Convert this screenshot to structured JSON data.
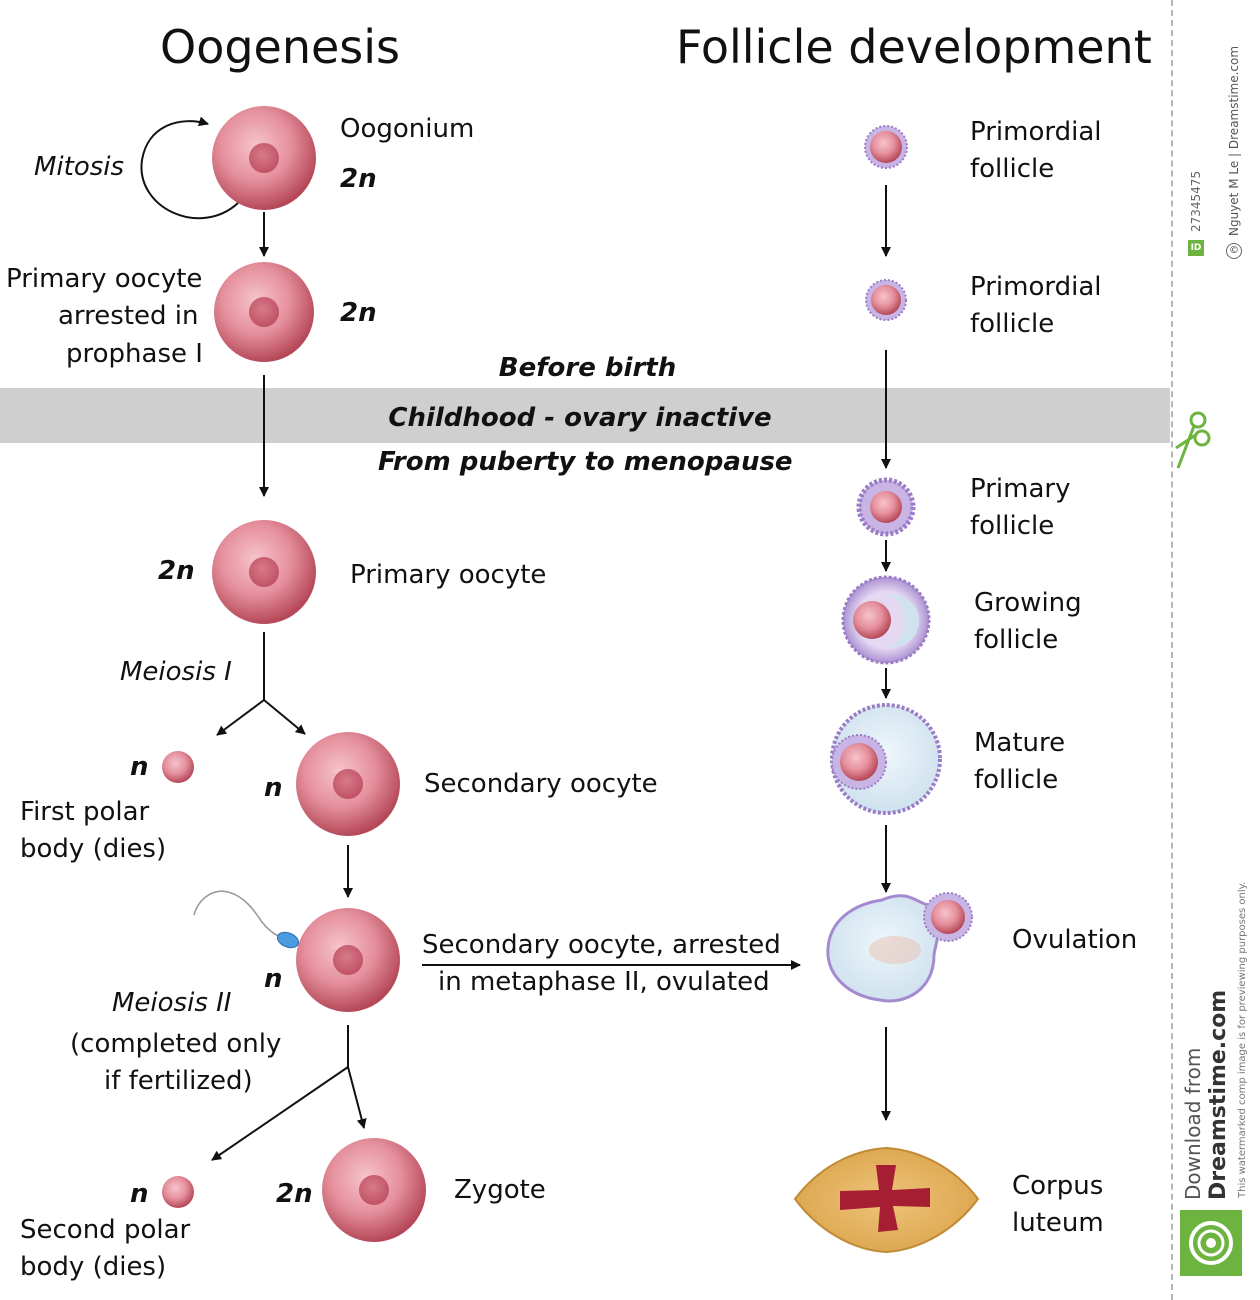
{
  "headings": {
    "left": "Oogenesis",
    "right": "Follicle development"
  },
  "oogenesis": {
    "mitosis": "Mitosis",
    "oogonium": "Oogonium",
    "oogonium_ploidy": "2n",
    "primary_arrested_line1": "Primary oocyte",
    "primary_arrested_line2": "arrested in",
    "primary_arrested_line3": "prophase I",
    "primary_arrested_ploidy": "2n",
    "primary_oocyte": "Primary oocyte",
    "primary_oocyte_ploidy": "2n",
    "meiosis_1": "Meiosis I",
    "first_polar_ploidy": "n",
    "first_polar_line1": "First polar",
    "first_polar_line2": "body (dies)",
    "secondary_ploidy": "n",
    "secondary_oocyte": "Secondary oocyte",
    "fertilization_ploidy": "n",
    "ovulated_line1": "Secondary oocyte, arrested",
    "ovulated_line2": "in metaphase II, ovulated",
    "meiosis_2": "Meiosis II",
    "meiosis_2_note_line1": "(completed only",
    "meiosis_2_note_line2": "if fertilized)",
    "second_polar_ploidy": "n",
    "second_polar_line1": "Second polar",
    "second_polar_line2": "body (dies)",
    "zygote_ploidy": "2n",
    "zygote": "Zygote"
  },
  "band": {
    "before": "Before birth",
    "childhood": "Childhood -  ovary inactive",
    "after": "From puberty to menopause"
  },
  "follicle": {
    "primordial_1_line1": "Primordial",
    "primordial_1_line2": "follicle",
    "primordial_2_line1": "Primordial",
    "primordial_2_line2": "follicle",
    "primary_line1": "Primary",
    "primary_line2": "follicle",
    "growing_line1": "Growing",
    "growing_line2": "follicle",
    "mature_line1": "Mature",
    "mature_line2": "follicle",
    "ovulation": "Ovulation",
    "corpus_line1": "Corpus",
    "corpus_line2": "luteum"
  },
  "watermark": {
    "id_badge": "ID",
    "id_number": "27345475",
    "copyright_badge": "©",
    "credit": "Nguyet M Le  |  Dreamstime.com",
    "notice": "This watermarked comp image is for previewing purposes only.",
    "download_line1": "Download from",
    "download_line2": "Dreamstime.com"
  },
  "colors": {
    "cell_fill": "#e58f9c",
    "cell_dark": "#b54858",
    "nucleus": "#c45a6a",
    "follicle_purple": "#a58ad0",
    "antrum": "#dceaf4",
    "corpus_fill": "#e6b45c",
    "corpus_center": "#a51e32",
    "band": "#cfcfcf",
    "brand_green": "#6cb33f"
  }
}
